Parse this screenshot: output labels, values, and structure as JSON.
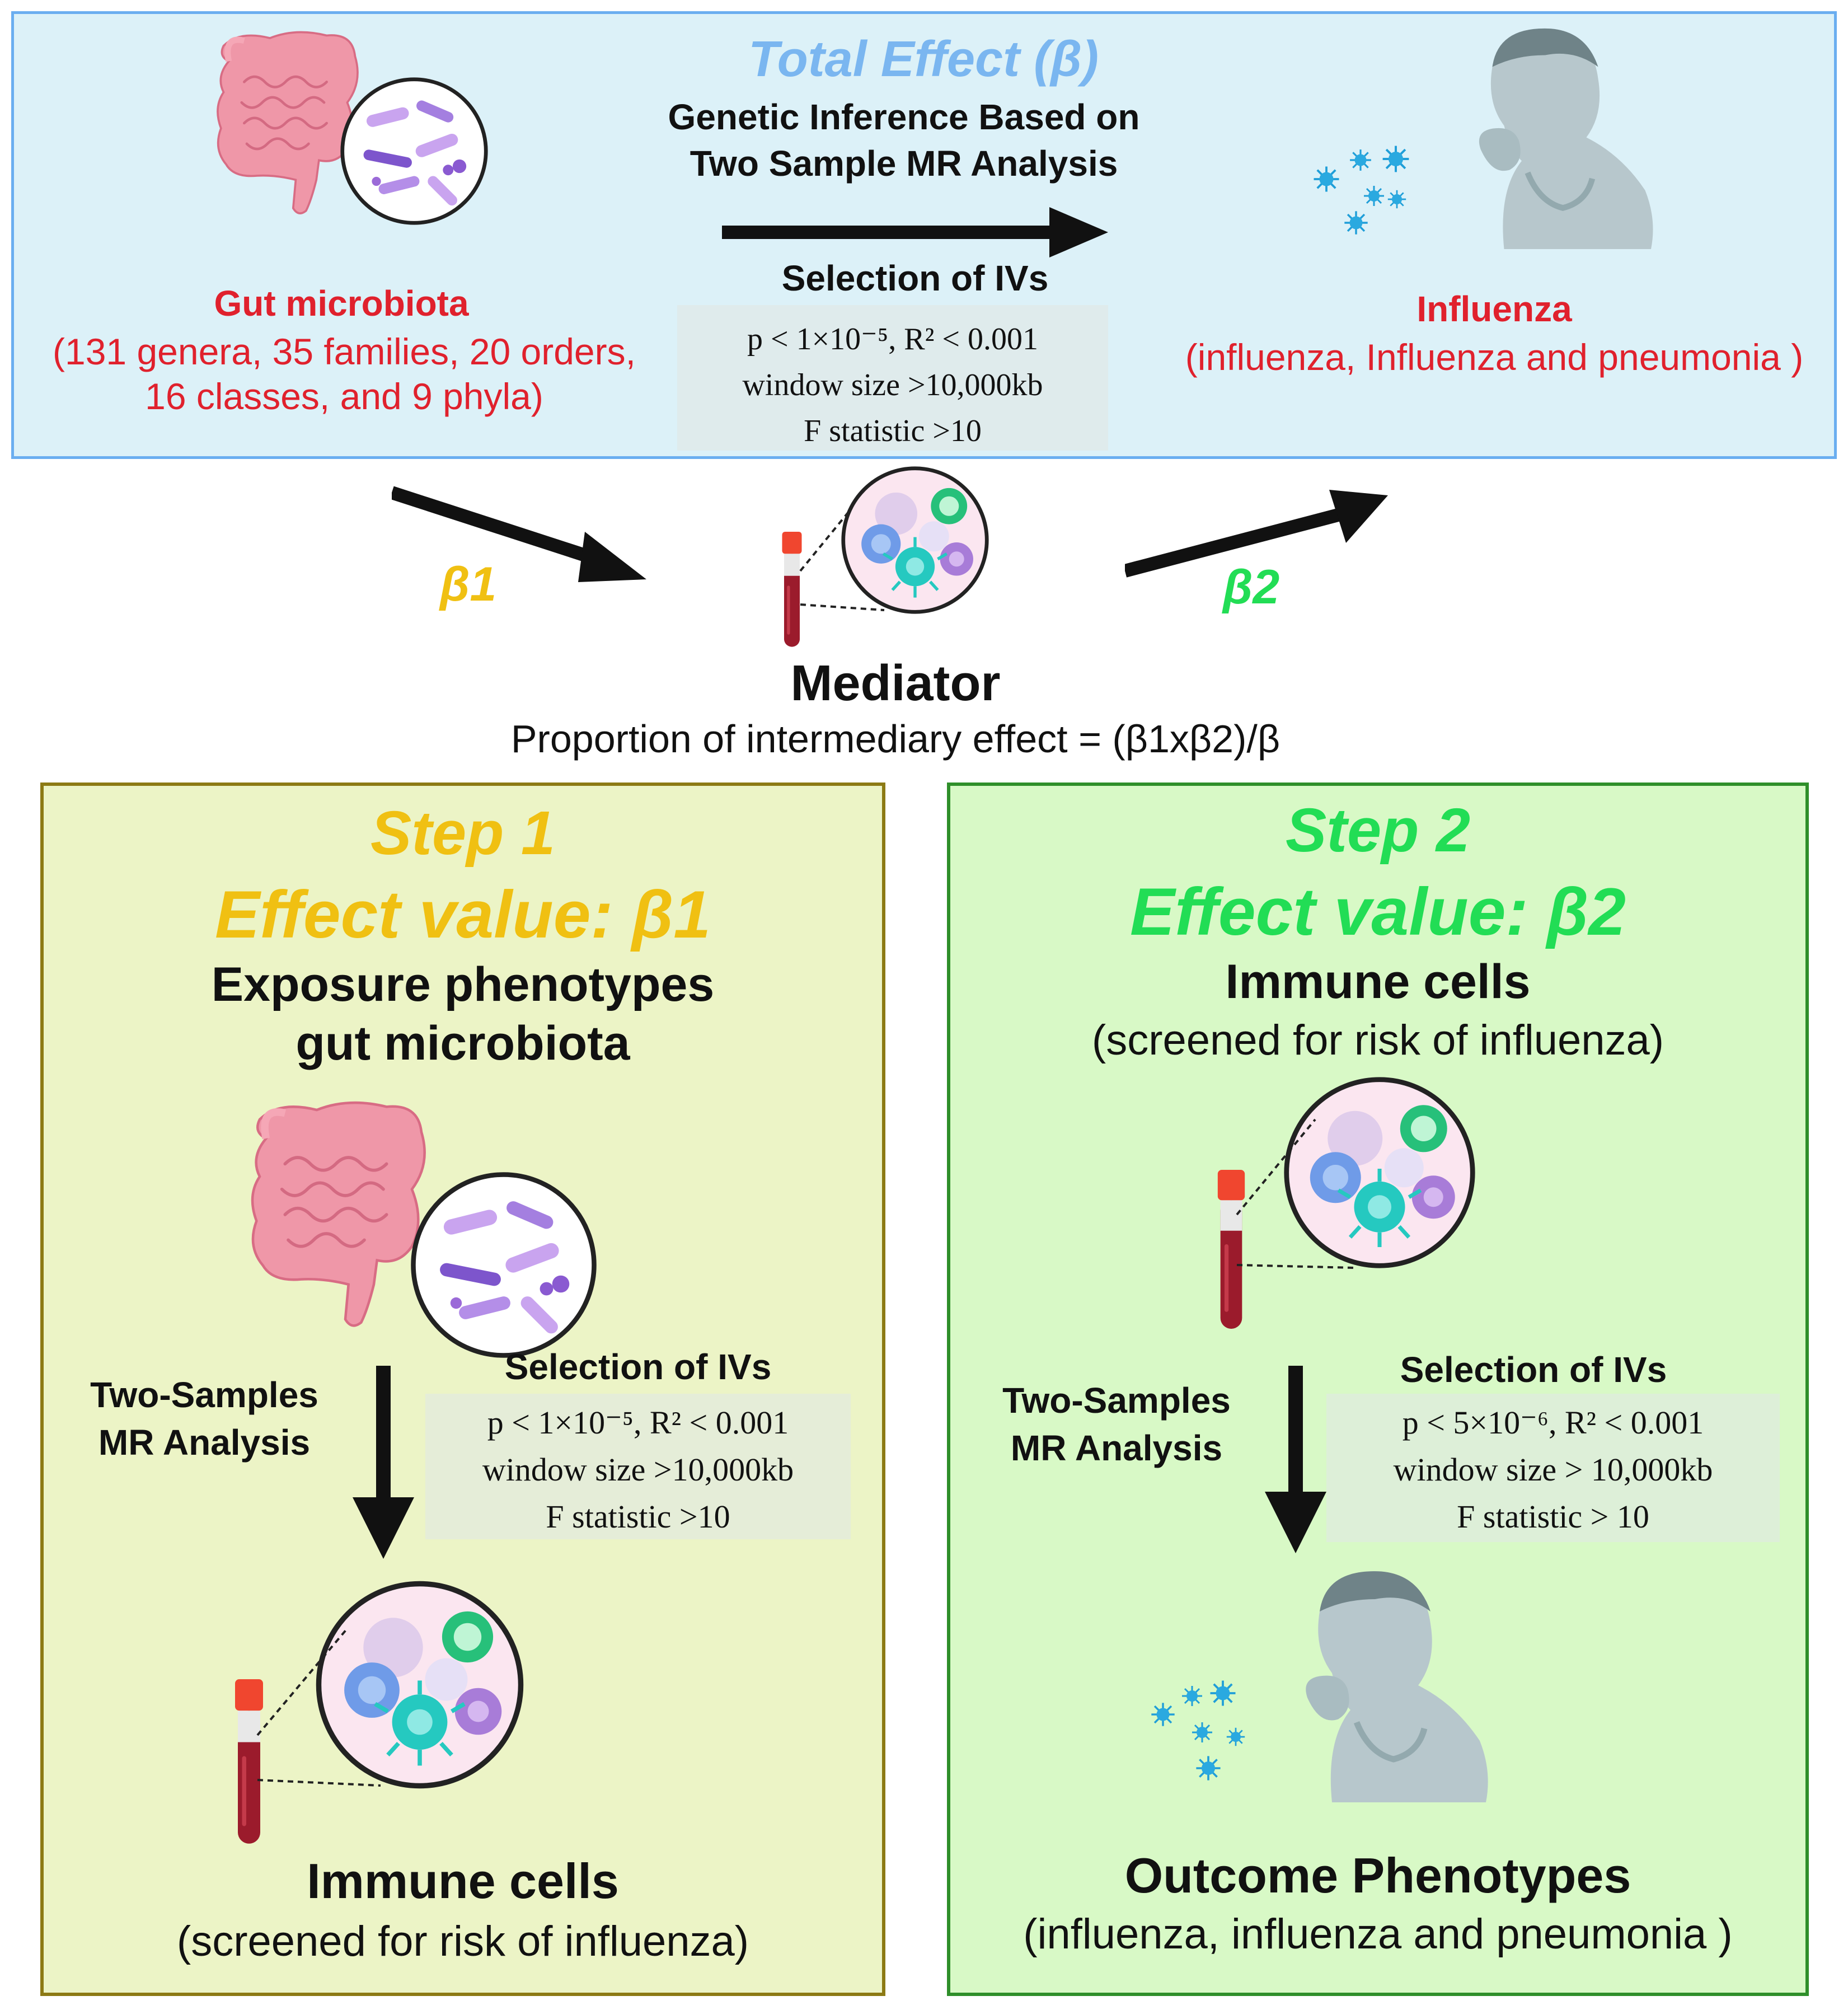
{
  "colors": {
    "top_panel_bg": "#dcf1f8",
    "top_panel_border": "#6aaef0",
    "step1_bg": "#ecf4c6",
    "step1_border": "#8c7a14",
    "step2_bg": "#d8f9c6",
    "step2_border": "#2f8f2a",
    "total_effect": "#7ab6f0",
    "red_label": "#e0212d",
    "beta1": "#f0c012",
    "beta2": "#22dd55"
  },
  "icons": [
    "intestine-icon",
    "bacteria-circle-icon",
    "coughing-person-icon",
    "virus-icon",
    "blood-tube-icon",
    "immune-cells-circle-icon",
    "arrow-icon"
  ],
  "top": {
    "total_effect": "Total Effect (β)",
    "genetic_line1": "Genetic Inference Based on",
    "genetic_line2": "Two Sample MR Analysis",
    "selection_title": "Selection of IVs",
    "criteria": [
      "p < 1×10⁻⁵, R² < 0.001",
      "window size >10,000kb",
      "F statistic >10"
    ],
    "exposure_title": "Gut microbiota",
    "exposure_lines": [
      "(131 genera, 35 families, 20 orders,",
      "16 classes, and 9 phyla)"
    ],
    "outcome_title": "Influenza",
    "outcome_line": "(influenza, Influenza and pneumonia )"
  },
  "mediator": {
    "beta1": "β1",
    "beta2": "β2",
    "title": "Mediator",
    "formula": "Proportion of intermediary effect = (β1xβ2)/β"
  },
  "step1": {
    "step": "Step 1",
    "effect": "Effect value: β1",
    "heading1": "Exposure phenotypes",
    "heading2": "gut microbiota",
    "method1": "Two-Samples",
    "method2": "MR Analysis",
    "selection_title": "Selection of IVs",
    "criteria": [
      "p < 1×10⁻⁵, R² < 0.001",
      "window size >10,000kb",
      "F statistic >10"
    ],
    "result_title": "Immune cells",
    "result_sub": "(screened for risk of influenza)"
  },
  "step2": {
    "step": "Step 2",
    "effect": "Effect value: β2",
    "heading1": "Immune cells",
    "heading2": "(screened for risk of influenza)",
    "method1": "Two-Samples",
    "method2": "MR Analysis",
    "selection_title": "Selection of IVs",
    "criteria": [
      "p < 5×10⁻⁶, R² < 0.001",
      "window size > 10,000kb",
      "F statistic > 10"
    ],
    "result_title": "Outcome Phenotypes",
    "result_sub": "(influenza, influenza and pneumonia )"
  }
}
